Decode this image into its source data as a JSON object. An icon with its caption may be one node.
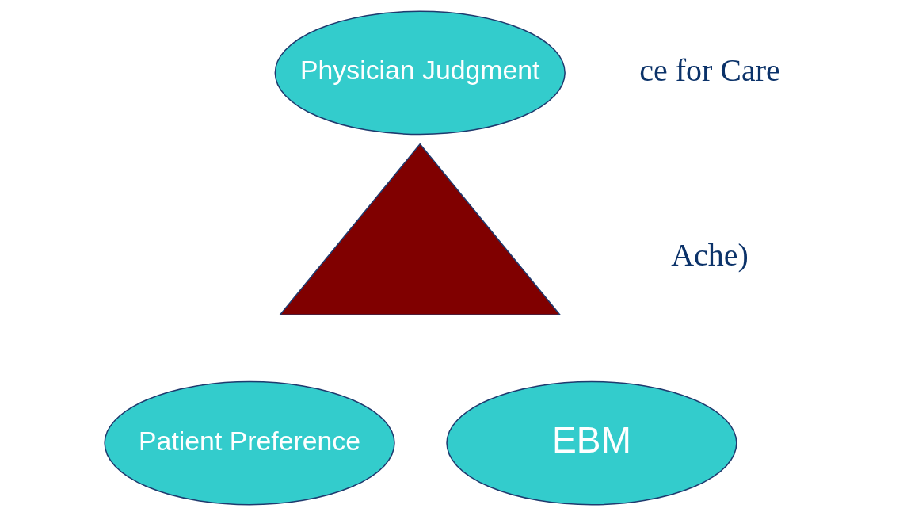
{
  "diagram": {
    "nodes": [
      {
        "text": [
          "Physician Judgment"
        ]
      },
      {
        "text": [],
        "shape": "triangle"
      },
      {
        "text": [
          "Patient Preference"
        ]
      },
      {
        "text": [
          "EBM"
        ]
      }
    ],
    "labels": [
      "ce for Care",
      "Ache)"
    ]
  }
}
